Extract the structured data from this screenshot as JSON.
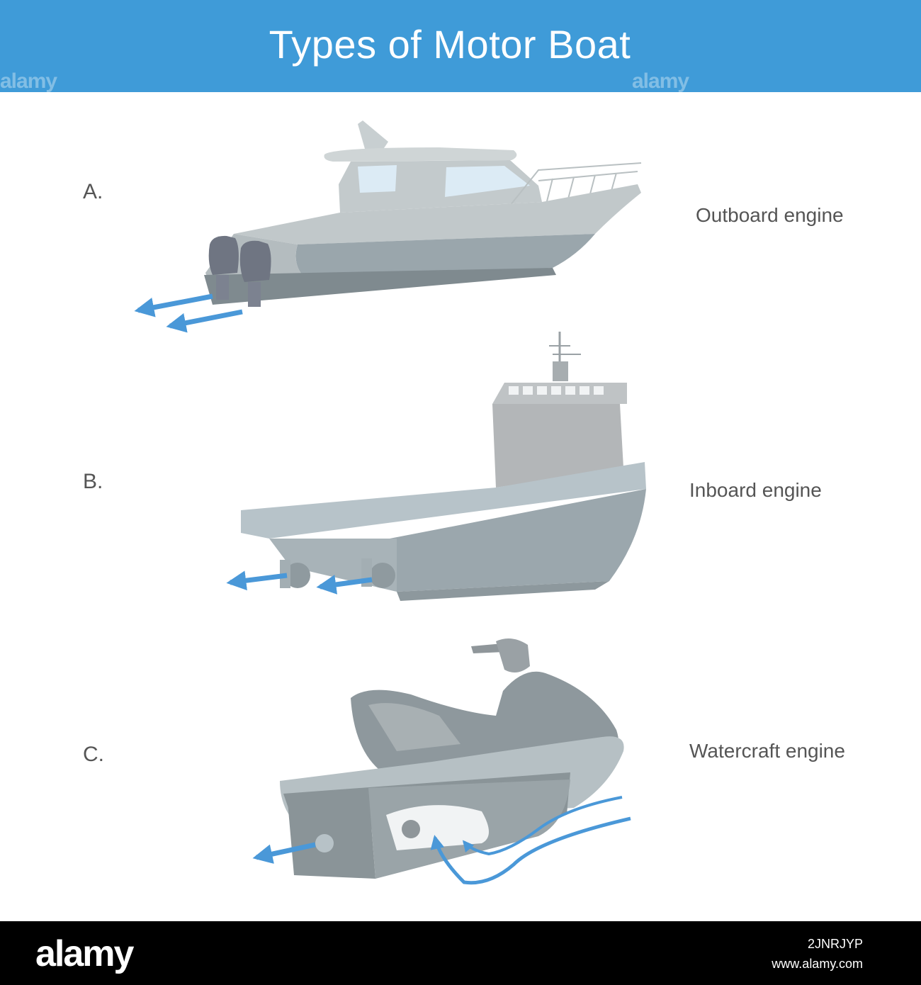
{
  "header": {
    "title": "Types of Motor Boat",
    "watermark_text": "alamy",
    "background_color": "#3f9bd8"
  },
  "items": [
    {
      "letter": "A.",
      "caption": "Outboard engine",
      "illustration": "cabin-cruiser-boat with twin outboard motors"
    },
    {
      "letter": "B.",
      "caption": "Inboard engine",
      "illustration": "workboat with inboard propellers"
    },
    {
      "letter": "C.",
      "caption": "Watercraft engine",
      "illustration": "personal watercraft with jet pump"
    }
  ],
  "footer": {
    "logo": "alamy",
    "image_id": "2JNRJYP",
    "url": "www.alamy.com"
  },
  "colors": {
    "hull": "#95a2a8",
    "hull_light": "#c4cbcd",
    "engine": "#6f7582",
    "arrow": "#4a98d8"
  }
}
